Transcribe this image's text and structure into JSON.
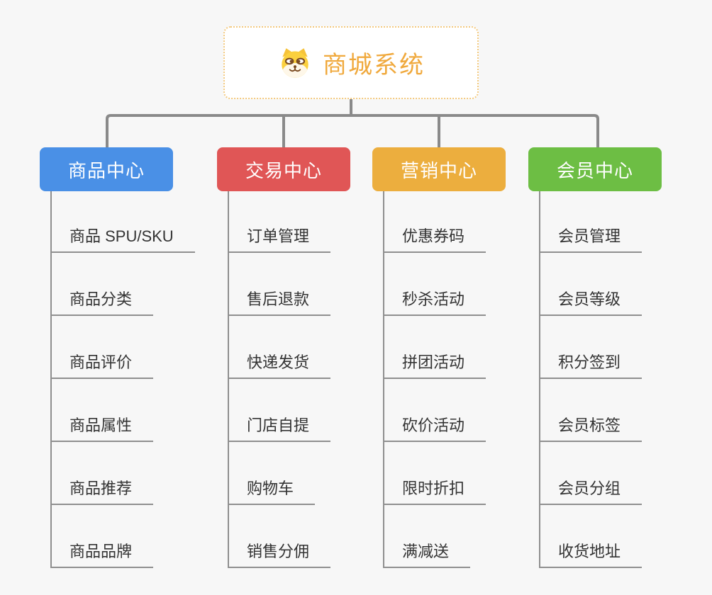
{
  "root": {
    "title": "商城系统",
    "icon": "dog-icon"
  },
  "branches": [
    {
      "label": "商品中心",
      "color": "#4a90e6",
      "children": [
        "商品 SPU/SKU",
        "商品分类",
        "商品评价",
        "商品属性",
        "商品推荐",
        "商品品牌"
      ]
    },
    {
      "label": "交易中心",
      "color": "#e05656",
      "children": [
        "订单管理",
        "售后退款",
        "快递发货",
        "门店自提",
        "购物车",
        "销售分佣"
      ]
    },
    {
      "label": "营销中心",
      "color": "#ecae3e",
      "children": [
        "优惠券码",
        "秒杀活动",
        "拼团活动",
        "砍价活动",
        "限时折扣",
        "满减送"
      ]
    },
    {
      "label": "会员中心",
      "color": "#6dbe44",
      "children": [
        "会员管理",
        "会员等级",
        "积分签到",
        "会员标签",
        "会员分组",
        "收货地址"
      ]
    }
  ],
  "colors": {
    "background": "#f7f7f7",
    "connector": "#8a8a8a",
    "underline": "#8f8f8f",
    "root_border": "#f3c97f",
    "root_text": "#f0a93d",
    "child_text": "#333333",
    "branch_text": "#ffffff"
  }
}
